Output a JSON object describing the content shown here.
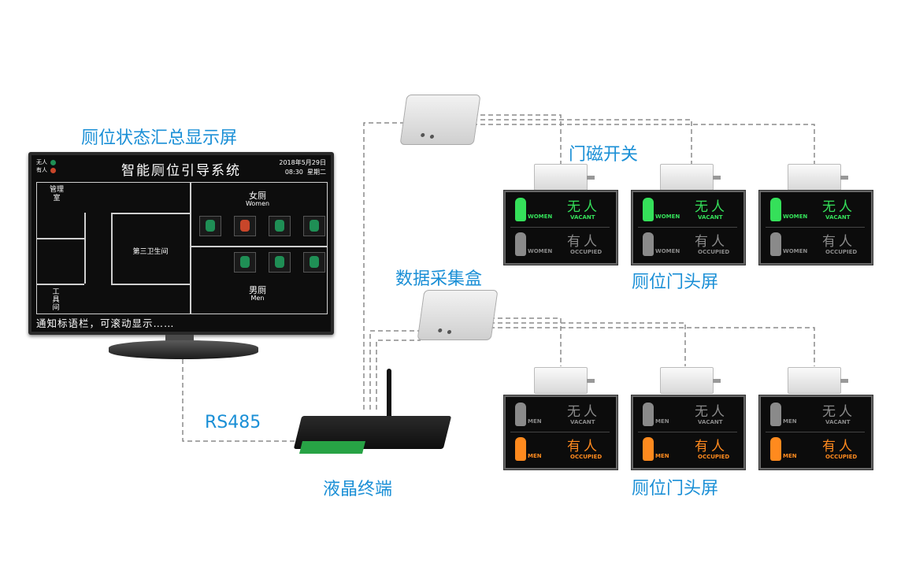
{
  "labels": {
    "display_screen": "厕位状态汇总显示屏",
    "door_switch": "门磁开关",
    "data_box": "数据采集盒",
    "door_screen_1": "厕位门头屏",
    "door_screen_2": "厕位门头屏",
    "rs485": "RS485",
    "terminal": "液晶终端"
  },
  "monitor": {
    "legend_vacant": "无人",
    "legend_occupied": "有人",
    "title": "智能厕位引导系统",
    "date": "2018年5月29日",
    "time": "08:30",
    "weekday": "星期二",
    "room_management": "管理室",
    "room_tools": "工具间",
    "room_third": "第三卫生间",
    "women_cn": "女厕",
    "women_en": "Women",
    "men_cn": "男厕",
    "men_en": "Men",
    "ticker": "通知标语栏，可滚动显示……"
  },
  "door_sign": {
    "women": "WOMEN",
    "men": "MEN",
    "vacant_cn": "无人",
    "vacant_en": "VACANT",
    "occupied_cn": "有人",
    "occupied_en": "OCCUPIED"
  },
  "colors": {
    "label_blue": "#1a8fd6",
    "active_green": "#35e05a",
    "active_orange": "#ff8a1e",
    "dim_gray": "#8a8a8a",
    "stall_green": "#1f8f55",
    "stall_red": "#c8462a"
  },
  "stalls_women": [
    "vacant",
    "occupied",
    "vacant",
    "vacant"
  ],
  "stalls_men": [
    "vacant",
    "vacant",
    "vacant"
  ],
  "women_signs": [
    "vacant",
    "vacant",
    "vacant"
  ],
  "men_signs": [
    "occupied",
    "occupied",
    "occupied"
  ]
}
